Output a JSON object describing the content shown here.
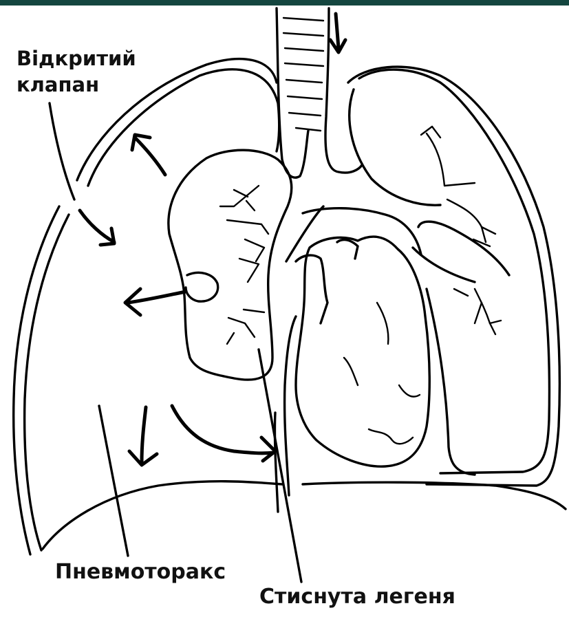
{
  "colors": {
    "top_bar": "#14463f",
    "ink": "#000000",
    "background": "#ffffff"
  },
  "labels": {
    "open_valve_line1": "Відкритий",
    "open_valve_line2": "клапан",
    "pneumothorax": "Пневмоторакс",
    "compressed_lung": "Стиснута легеня"
  }
}
